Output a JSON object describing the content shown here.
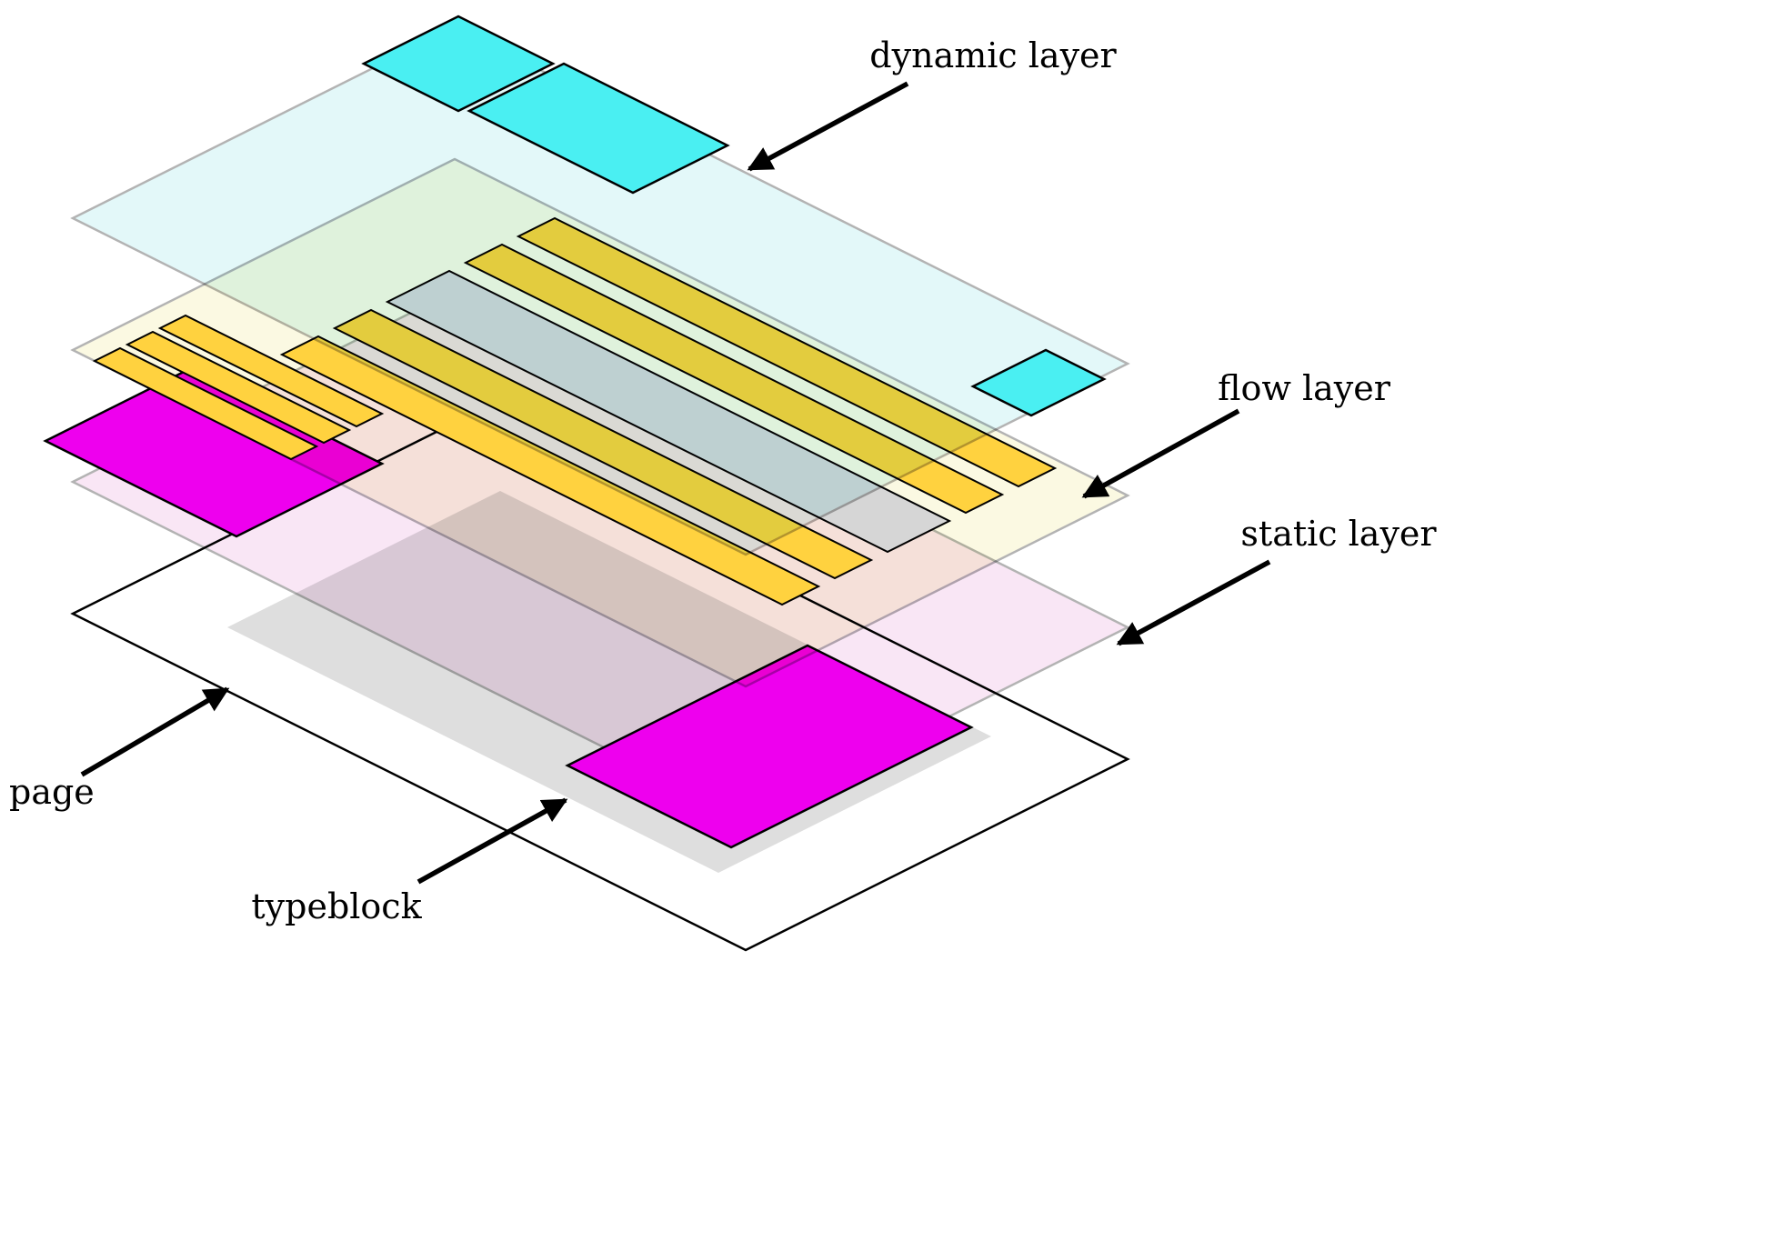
{
  "diagram": {
    "labels": {
      "dynamic": "dynamic layer",
      "flow": "flow layer",
      "static": "static layer",
      "page": "page",
      "typeblock": "typeblock"
    },
    "colors": {
      "page": "#ffffff",
      "typeblock": "#dedede",
      "static_sheet": "#f9e6f5",
      "flow_sheet": "#fbf9e2",
      "dynamic_sheet": "#e3f8f9",
      "static_frame": "#ee00ee",
      "flow_line": "#ffd23f",
      "flow_line_alt": "#d6d6d6",
      "dynamic_frame": "#4aeff2",
      "sheet_border": "#b3b3b3",
      "outline": "#000000"
    }
  }
}
